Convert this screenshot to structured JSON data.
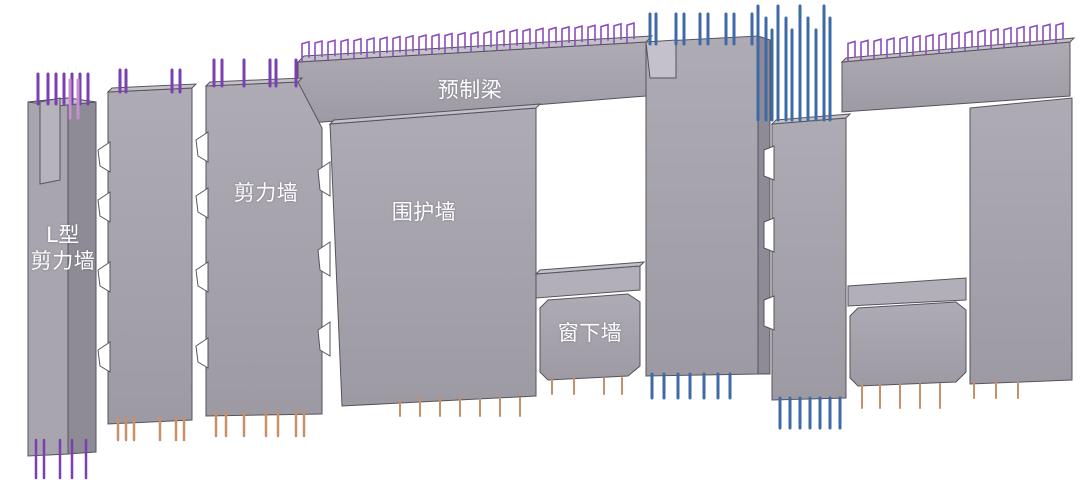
{
  "labels": {
    "l_wall_line1": "L型",
    "l_wall_line2": "剪力墙",
    "shear_wall": "剪力墙",
    "precast_beam": "预制梁",
    "enclosure_wall": "围护墙",
    "sill_wall": "窗下墙"
  },
  "colors": {
    "panel_face": "#a6a3ad",
    "panel_side": "#8e8b96",
    "panel_top": "#c4c1ca",
    "edge": "#55535c",
    "rebar_purple": "#7a3fb0",
    "rebar_pink": "#c78fd0",
    "rebar_blue": "#3f6aa8",
    "rebar_copper": "#c8906a",
    "label_text": "#ffffff"
  }
}
